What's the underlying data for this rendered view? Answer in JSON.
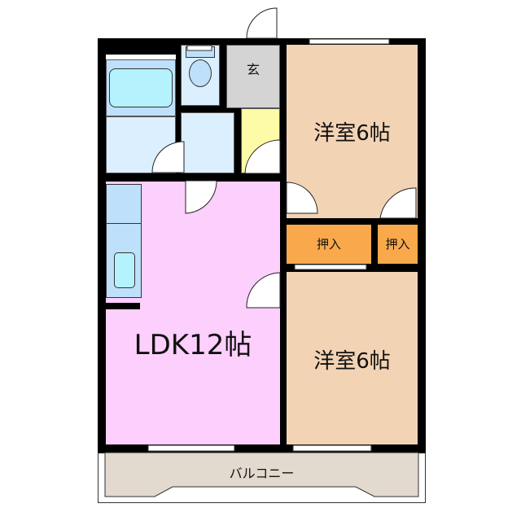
{
  "floorplan": {
    "rooms": {
      "ldk": {
        "label": "LDK12帖",
        "color": "#fccffc"
      },
      "western_top": {
        "label": "洋室6帖",
        "color": "#f2d3b4"
      },
      "western_bottom": {
        "label": "洋室6帖",
        "color": "#f2d3b4"
      },
      "closet_left": {
        "label": "押入",
        "color": "#f9a94c"
      },
      "closet_right": {
        "label": "押入",
        "color": "#f9a94c"
      },
      "entrance": {
        "label": "玄",
        "color": "#d4d4d4"
      },
      "hall": {
        "color": "#fdfaa8"
      },
      "bath": {
        "color": "#bfe0fb"
      },
      "washroom": {
        "color": "#dcefff"
      },
      "toilet": {
        "color": "#dcefff"
      },
      "kitchen_counter": {
        "color": "#bfe0fb"
      },
      "balcony": {
        "label": "バルコニー",
        "color": "#e2d9cf"
      }
    },
    "colors": {
      "wall": "#000000",
      "tub": "#b4f2fd"
    }
  }
}
